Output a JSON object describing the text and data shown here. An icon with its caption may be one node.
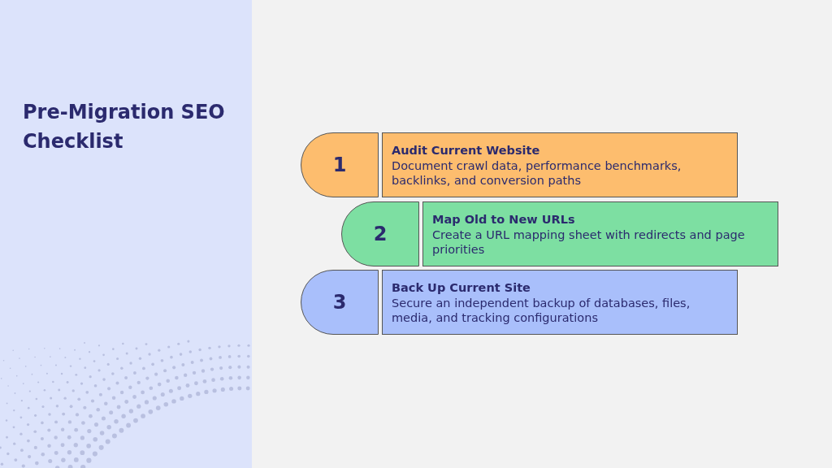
{
  "diagram": {
    "title": "Pre-Migration SEO Checklist",
    "nodes": [
      {
        "text": [
          "1"
        ]
      },
      {
        "text": [
          "Audit Current Website",
          "Document crawl data, performance benchmarks, backlinks, and conversion paths"
        ]
      },
      {
        "text": [
          "2"
        ]
      },
      {
        "text": [
          "Map Old to New URLs",
          "Create a URL mapping sheet with redirects and page priorities"
        ]
      },
      {
        "text": [
          "3"
        ]
      },
      {
        "text": [
          "Back Up Current Site",
          "Secure an independent backup of databases, files, media, and tracking configurations"
        ]
      }
    ],
    "edges": []
  }
}
